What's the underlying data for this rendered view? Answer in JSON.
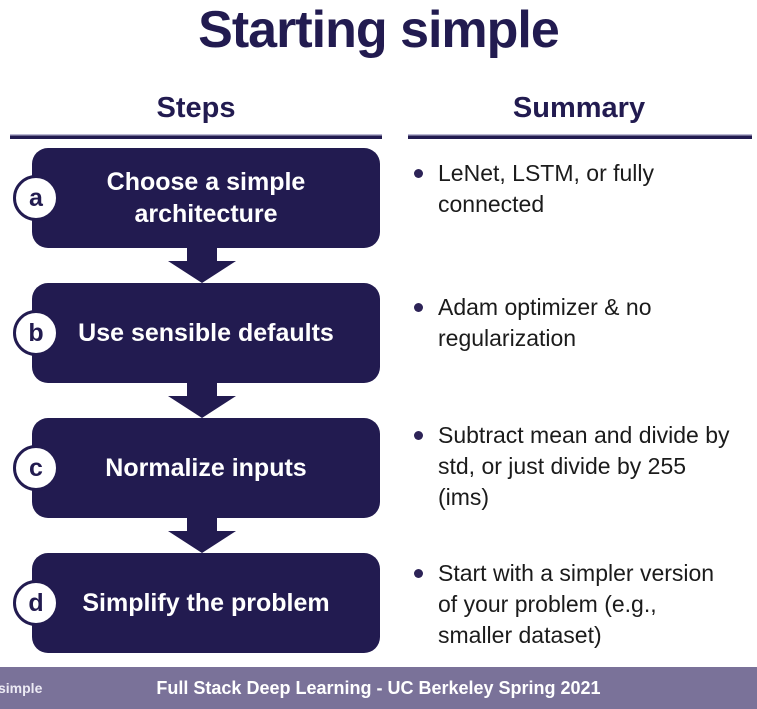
{
  "slide": {
    "title": "Starting simple",
    "steps_header": "Steps",
    "summary_header": "Summary"
  },
  "steps": [
    {
      "id": "a",
      "label": "Choose a simple architecture",
      "summary": "LeNet, LSTM, or fully connected"
    },
    {
      "id": "b",
      "label": "Use sensible defaults",
      "summary": "Adam optimizer & no regularization"
    },
    {
      "id": "c",
      "label": "Normalize inputs",
      "summary": "Subtract mean and divide by std, or just divide by 255 (ims)"
    },
    {
      "id": "d",
      "label": "Simplify the problem",
      "summary": "Start with a simpler version of your problem (e.g., smaller dataset)"
    }
  ],
  "footer": {
    "left_label": "simple",
    "center_label": "Full Stack Deep Learning - UC Berkeley Spring 2021"
  },
  "colors": {
    "navy": "#221b50",
    "footer_bar": "#7a7299",
    "bullet_dot": "#2d2357",
    "body_text": "#1b1b1b",
    "box_text": "#ffffff"
  }
}
